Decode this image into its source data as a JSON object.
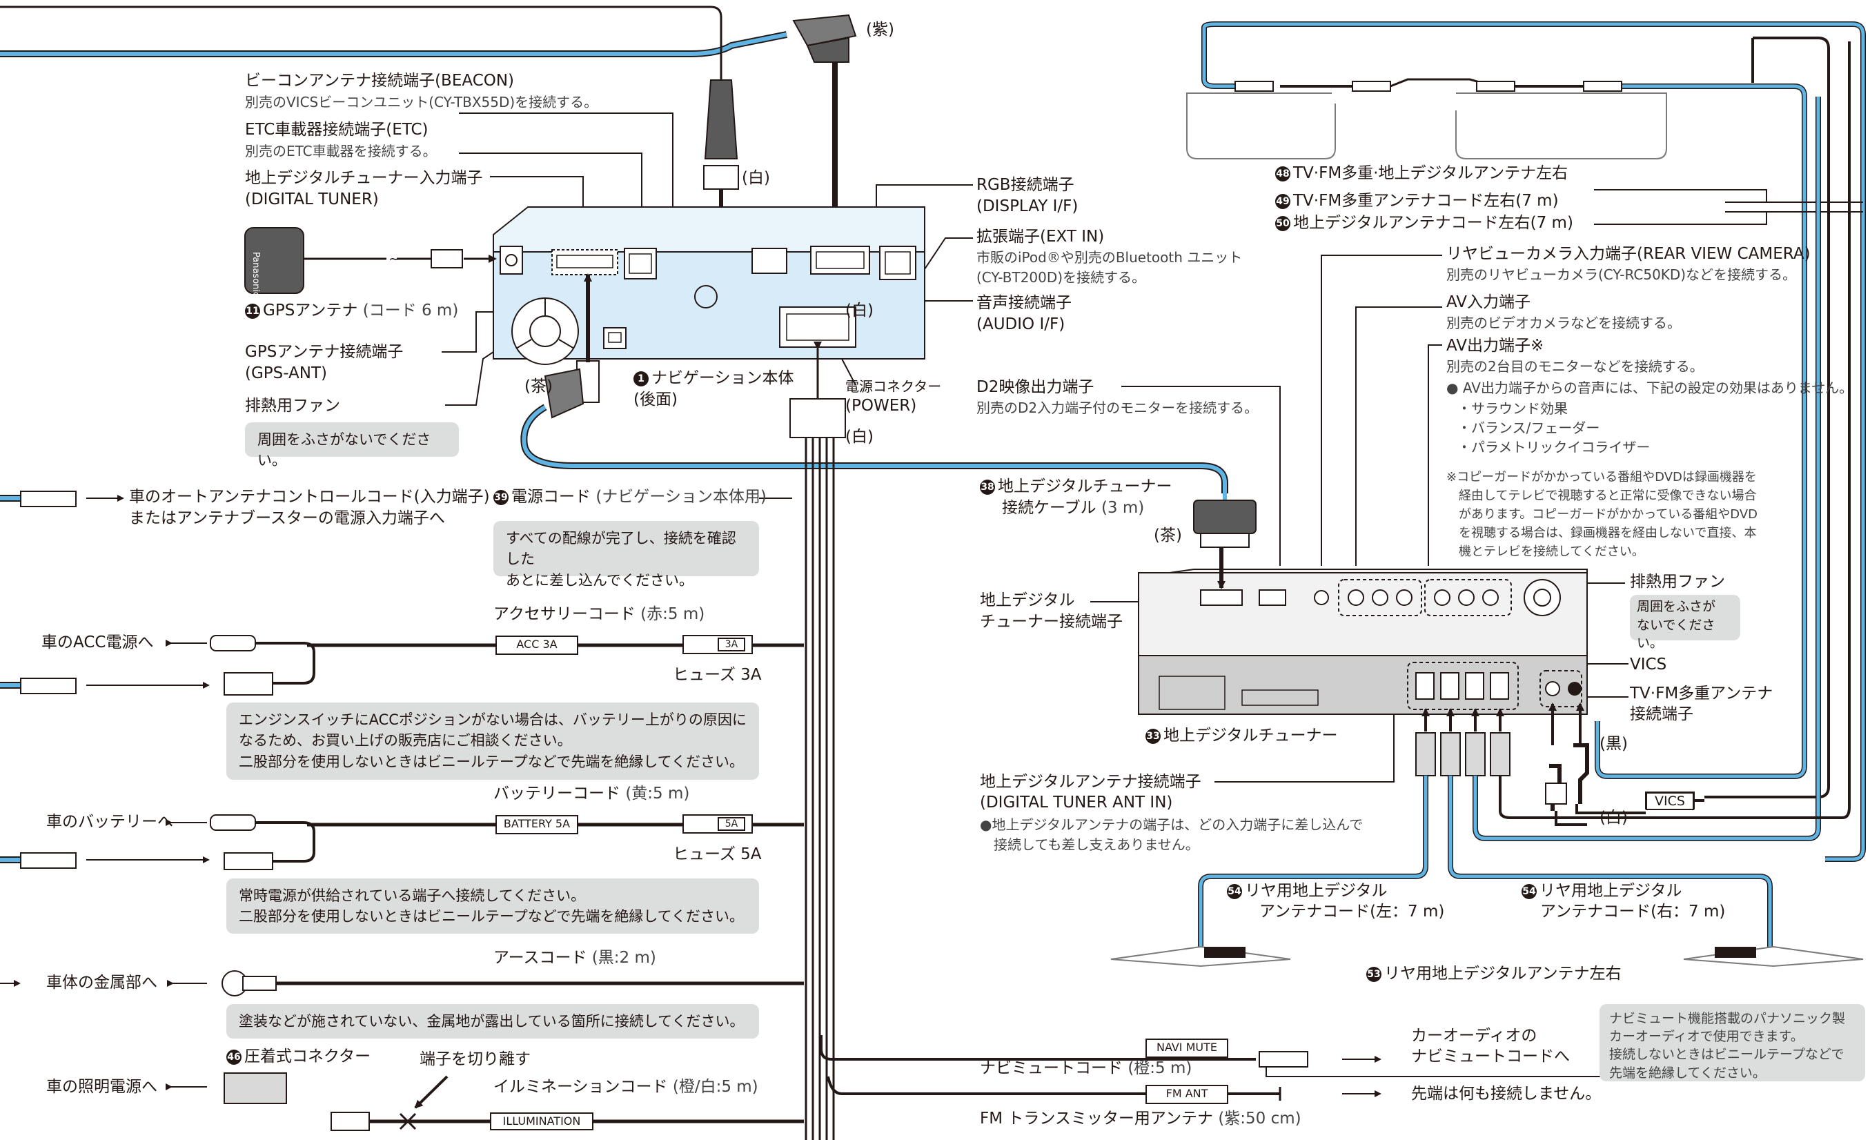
{
  "colors": {
    "cable_blue": "#5fb4e3",
    "unit_blue": "#d7ecf8",
    "dark_gray": "#5a5a5a",
    "note_gray": "#dcdddd",
    "line": "#231815"
  },
  "top": {
    "purple_label": "(紫)",
    "white_label": "(白)"
  },
  "nav_unit": {
    "beacon_title": "ビーコンアンテナ接続端子(BEACON)",
    "beacon_desc": "別売のVICSビーコンユニット(CY-TBX55D)を接続する。",
    "etc_title": "ETC車載器接続端子(ETC)",
    "etc_desc": "別売のETC車載器を接続する。",
    "tuner_in_title": "地上デジタルチューナー入力端子",
    "tuner_in_sub": "(DIGITAL TUNER)",
    "gps_num": "11",
    "gps_label": "GPSアンテナ",
    "gps_cord": "(コード 6 m)",
    "gps_port_title": "GPSアンテナ接続端子",
    "gps_port_sub": "(GPS-ANT)",
    "fan_label": "排熱用ファン",
    "fan_note": "周囲をふさがないでください。",
    "brown_label": "(茶)",
    "unit_num": "1",
    "unit_name": "ナビゲーション本体",
    "unit_side": "(後面)",
    "power_conn": "電源コネクター",
    "power_sub": "(POWER)",
    "white1": "(白)",
    "white2": "(白)",
    "rgb_title": "RGB接続端子",
    "rgb_sub": "(DISPLAY I/F)",
    "ext_title": "拡張端子(EXT IN)",
    "ext_desc1": "市販のiPod®や別売のBluetooth ユニット",
    "ext_desc2": "(CY-BT200D)を接続する。",
    "audio_title": "音声接続端子",
    "audio_sub": "(AUDIO I/F)",
    "gps_brand": "Panasonic"
  },
  "power_wiring": {
    "auto_antenna_1": "車のオートアンテナコントロールコード(入力端子)",
    "auto_antenna_2": "またはアンテナブースターの電源入力端子へ",
    "power_cord_num": "39",
    "power_cord_label": "電源コード",
    "power_cord_sub": "(ナビゲーション本体用)",
    "power_note": "すべての配線が完了し、接続を確認した\nあとに差し込んでください。",
    "acc_dest": "車のACC電源へ",
    "acc_cord": "アクセサリーコード",
    "acc_cord_sub": "(赤:5 m)",
    "acc_tag": "ACC 3A",
    "fuse3_tag": "3A",
    "fuse3": "ヒューズ 3A",
    "acc_note": "エンジンスイッチにACCポジションがない場合は、バッテリー上がりの原因に\nなるため、お買い上げの販売店にご相談ください。\n二股部分を使用しないときはビニールテープなどで先端を絶縁してください。",
    "batt_dest": "車のバッテリーへ",
    "batt_cord": "バッテリーコード",
    "batt_cord_sub": "(黄:5 m)",
    "batt_tag": "BATTERY 5A",
    "fuse5_tag": "5A",
    "fuse5": "ヒューズ 5A",
    "batt_note": "常時電源が供給されている端子へ接続してください。\n二股部分を使用しないときはビニールテープなどで先端を絶縁してください。",
    "ground_dest": "車体の金属部へ",
    "ground_cord": "アースコード",
    "ground_cord_sub": "(黒:2 m)",
    "ground_note": "塗装などが施されていない、金属地が露出している箇所に接続してください。",
    "crimp_num": "46",
    "crimp_label": "圧着式コネクター",
    "cut_label": "端子を切り離す",
    "light_dest": "車の照明電源へ",
    "illum_cord": "イルミネーションコード",
    "illum_cord_sub": "(橙/白:5 m)",
    "illum_tag": "ILLUMINATION",
    "navimute_tag": "NAVI MUTE",
    "navimute_cord": "ナビミュートコード",
    "navimute_sub": "(橙:5 m)",
    "caraudio_1": "カーオーディオの",
    "caraudio_2": "ナビミュートコードへ",
    "navimute_note": "ナビミュート機能搭載のパナソニック製\nカーオーディオで使用できます。\n接続しないときはビニールテープなどで\n先端を絶縁してください。",
    "fm_tag": "FM ANT",
    "fm_label": "FM トランスミッター用アンテナ",
    "fm_sub": "(紫:50 cm)",
    "fm_dest": "先端は何も接続しません。"
  },
  "tuner": {
    "ant48_num": "48",
    "ant48": "TV·FM多重·地上デジタルアンテナ左右",
    "ant49_num": "49",
    "ant49": "TV·FM多重アンテナコード左右(7 m)",
    "ant50_num": "50",
    "ant50": "地上デジタルアンテナコード左右(7 m)",
    "rear_cam_title": "リヤビューカメラ入力端子(REAR VIEW CAMERA)",
    "rear_cam_desc": "別売のリヤビューカメラ(CY-RC50KD)などを接続する。",
    "av_in_title": "AV入力端子",
    "av_in_desc": "別売のビデオカメラなどを接続する。",
    "av_out_title": "AV出力端子※",
    "av_out_desc": "別売の2台目のモニターなどを接続する。",
    "av_out_bullet": "AV出力端子からの音声には、下記の設定の効果はありません。",
    "effect1": "・サラウンド効果",
    "effect2": "・バランス/フェーダー",
    "effect3": "・パラメトリックイコライザー",
    "copyguard": "※コピーガードがかかっている番組やDVDは録画機器を\n　経由してテレビで視聴すると正常に受像できない場合\n　があります。コピーガードがかかっている番組やDVD\n　を視聴する場合は、録画機器を経由しないで直接、本\n　機とテレビを接続してください。",
    "d2_title": "D2映像出力端子",
    "d2_desc": "別売のD2入力端子付のモニターを接続する。",
    "tuner_cable_num": "38",
    "tuner_cable_1": "地上デジタルチューナー",
    "tuner_cable_2": "接続ケーブル",
    "tuner_cable_len": "(3 m)",
    "brown": "(茶)",
    "tuner_conn_1": "地上デジタル",
    "tuner_conn_2": "チューナー接続端子",
    "fan": "排熱用ファン",
    "fan_note": "周囲をふさが\nないでください。",
    "vics": "VICS",
    "tvfm_1": "TV·FM多重アンテナ",
    "tvfm_2": "接続端子",
    "tuner_num": "33",
    "tuner_name": "地上デジタルチューナー",
    "black": "(黒)",
    "white": "(白)",
    "vics_tag": "VICS",
    "ant_in_title": "地上デジタルアンテナ接続端子",
    "ant_in_sub": "(DIGITAL TUNER ANT IN)",
    "ant_in_note1": "●地上デジタルアンテナの端子は、どの入力端子に差し込んで",
    "ant_in_note2": "　接続しても差し支えありません。",
    "rear_l_num": "54",
    "rear_l_1": "リヤ用地上デジタル",
    "rear_l_2": "アンテナコード(左：7 m)",
    "rear_r_num": "54",
    "rear_r_1": "リヤ用地上デジタル",
    "rear_r_2": "アンテナコード(右：7 m)",
    "rear_ant_num": "53",
    "rear_ant": "リヤ用地上デジタルアンテナ左右"
  }
}
